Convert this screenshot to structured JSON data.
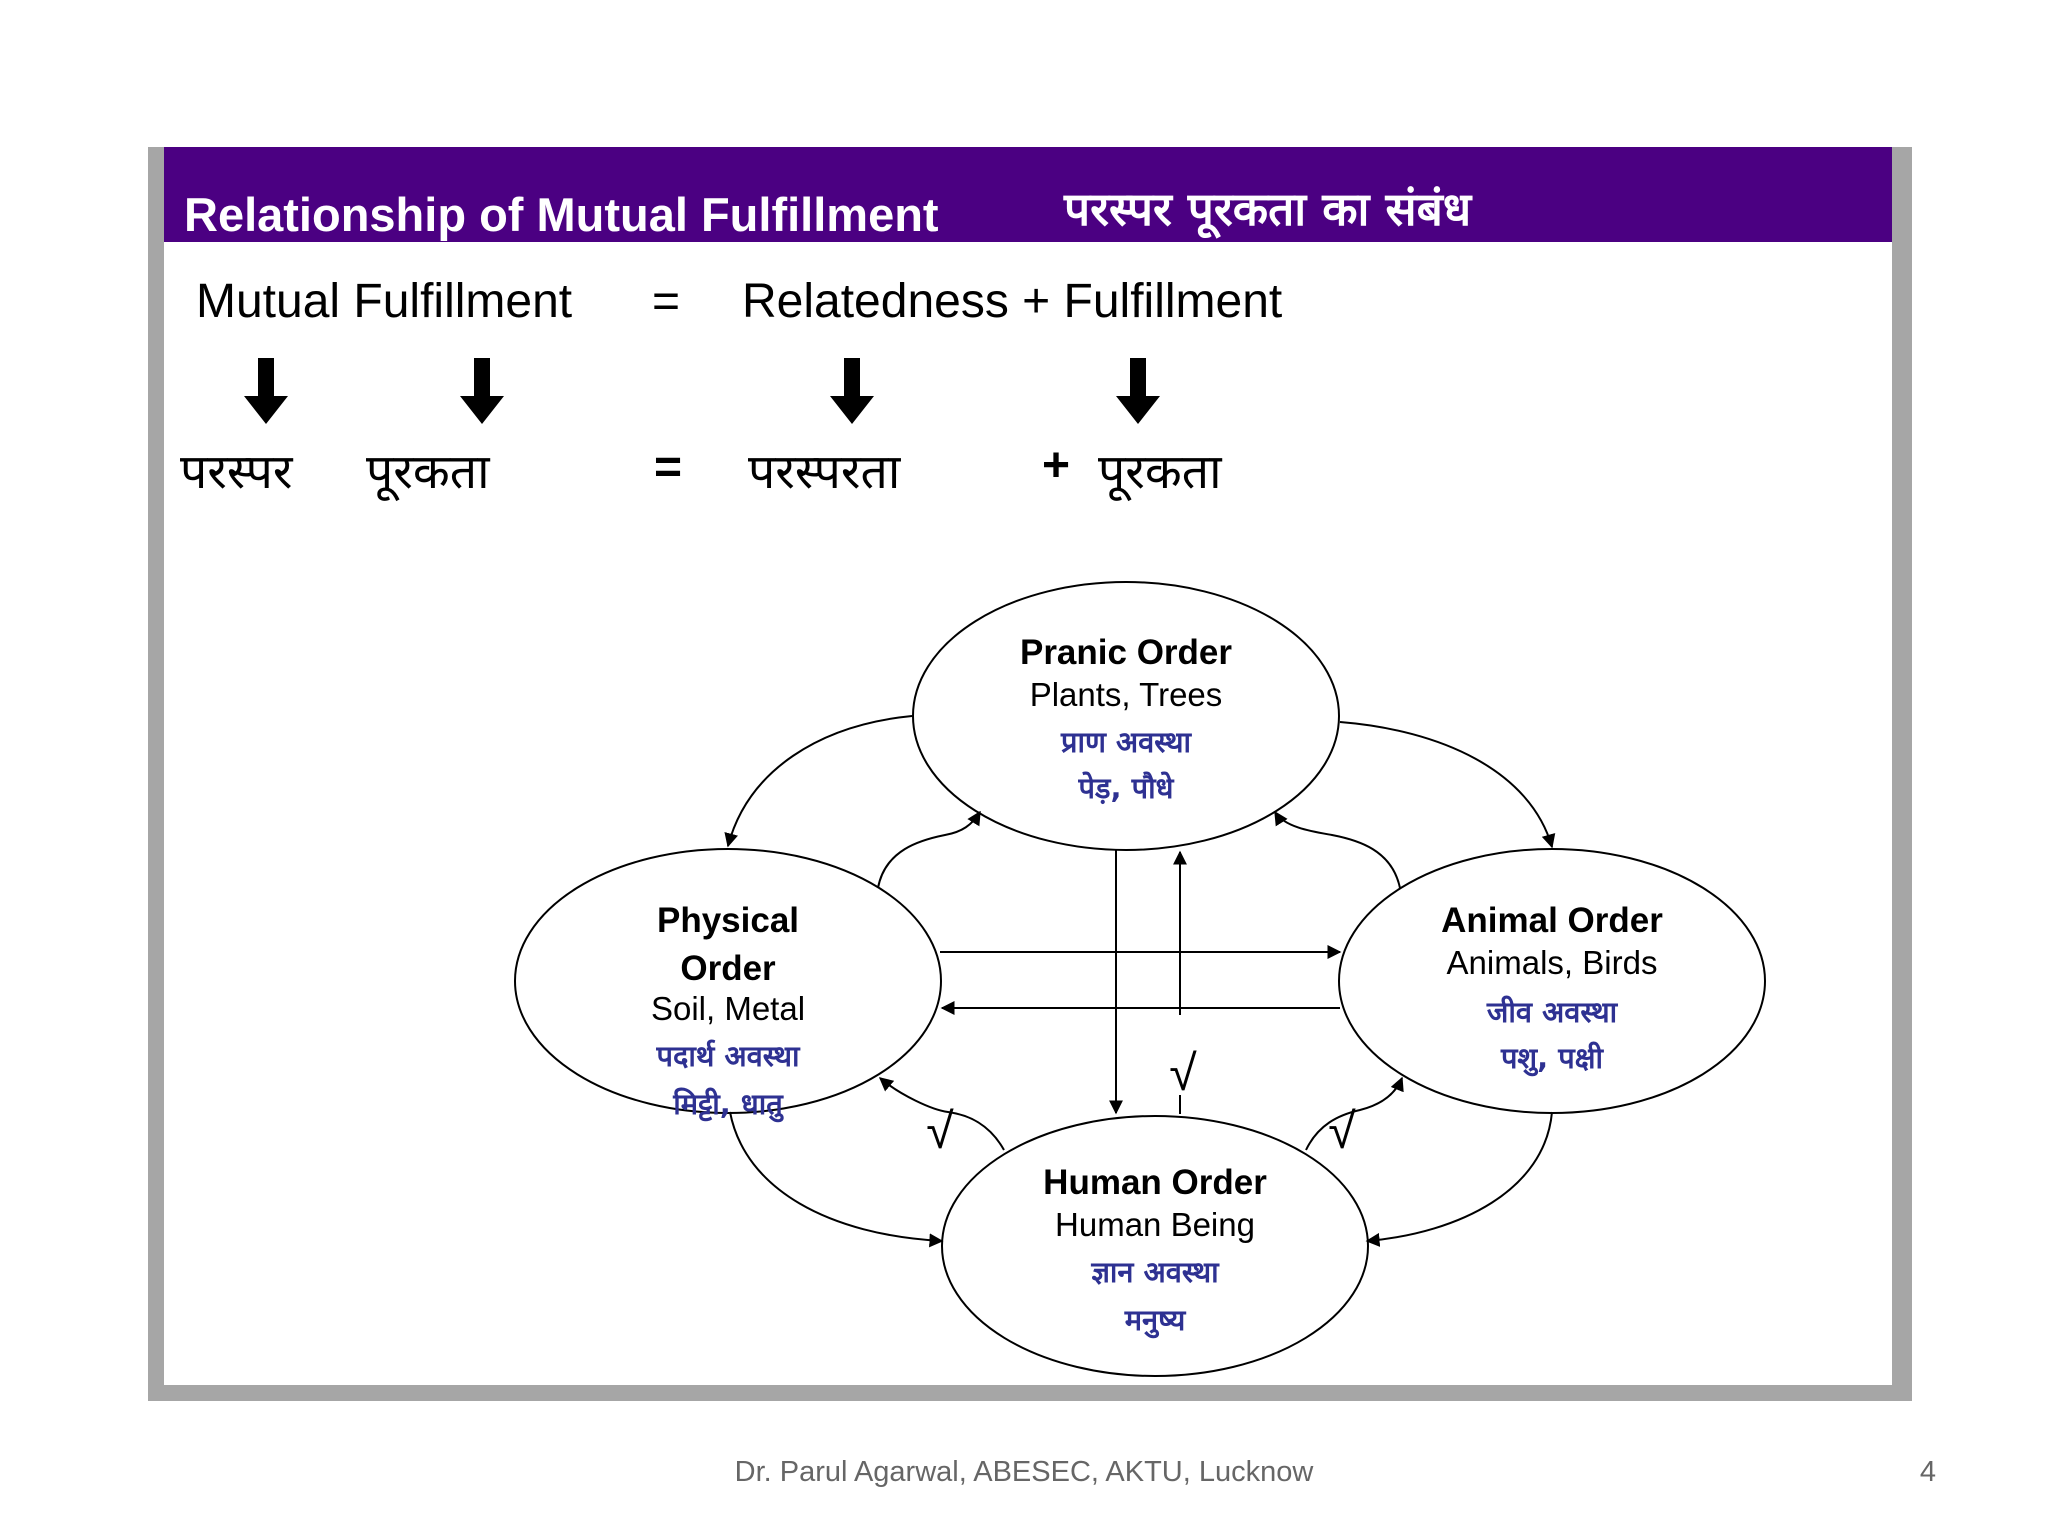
{
  "title": {
    "english": "Relationship of Mutual Fulfillment",
    "hindi": "परस्पर पूरकता का संबंध"
  },
  "equation": {
    "left": "Mutual Fulfillment",
    "equals": "=",
    "right": "Relatedness + Fulfillment"
  },
  "hindi_equation": {
    "word1": "परस्पर",
    "word2": "पूरकता",
    "equals": "=",
    "word3": "परस्परता",
    "plus": "+",
    "word4": "पूरकता"
  },
  "orders": {
    "pranic": {
      "name": "Pranic Order",
      "examples": "Plants, Trees",
      "hindi_name": "प्राण अवस्था",
      "hindi_examples": "पेड़, पौधे"
    },
    "physical": {
      "name_line1": "Physical",
      "name_line2": "Order",
      "examples": "Soil, Metal",
      "hindi_name": "पदार्थ अवस्था",
      "hindi_examples": "मिट्टी, धातु"
    },
    "animal": {
      "name": "Animal Order",
      "examples": "Animals, Birds",
      "hindi_name": "जीव अवस्था",
      "hindi_examples": "पशु, पक्षी"
    },
    "human": {
      "name": "Human Order",
      "examples": "Human Being",
      "hindi_name": "ज्ञान अवस्था",
      "hindi_examples": "मनुष्य"
    }
  },
  "check_mark": "√",
  "colors": {
    "title_bar": "#4b0082",
    "hindi_label": "#2e3192",
    "frame": "#a6a6a6"
  },
  "footer": {
    "author": "Dr. Parul Agarwal, ABESEC, AKTU, Lucknow",
    "page_number": "4"
  }
}
